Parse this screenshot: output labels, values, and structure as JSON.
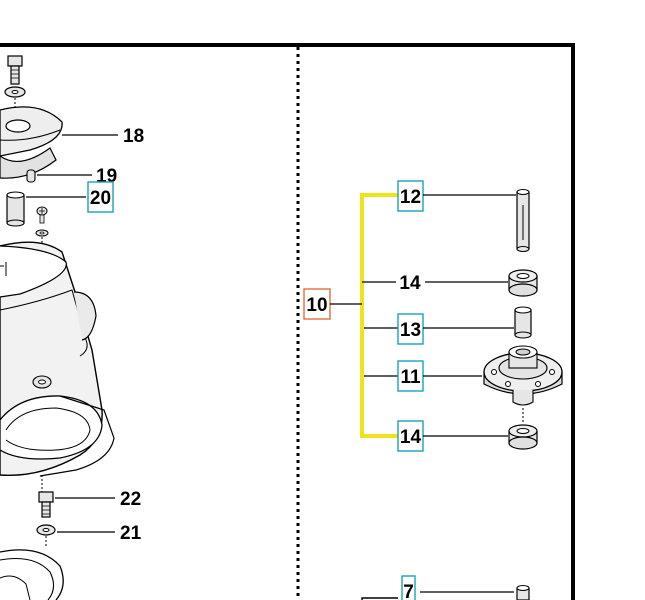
{
  "colors": {
    "box_teal": "#1aa3b8",
    "box_orange": "#e0703a",
    "bracket_yellow": "#f2e21a",
    "line": "#000000",
    "part_fill": "#ececec"
  },
  "left_labels": {
    "p18": "18",
    "p19": "19",
    "p20": "20",
    "p22": "22",
    "p21": "21"
  },
  "right_labels": {
    "p12": "12",
    "p14a": "14",
    "p10": "10",
    "p13": "13",
    "p11": "11",
    "p14b": "14",
    "p7": "7"
  }
}
